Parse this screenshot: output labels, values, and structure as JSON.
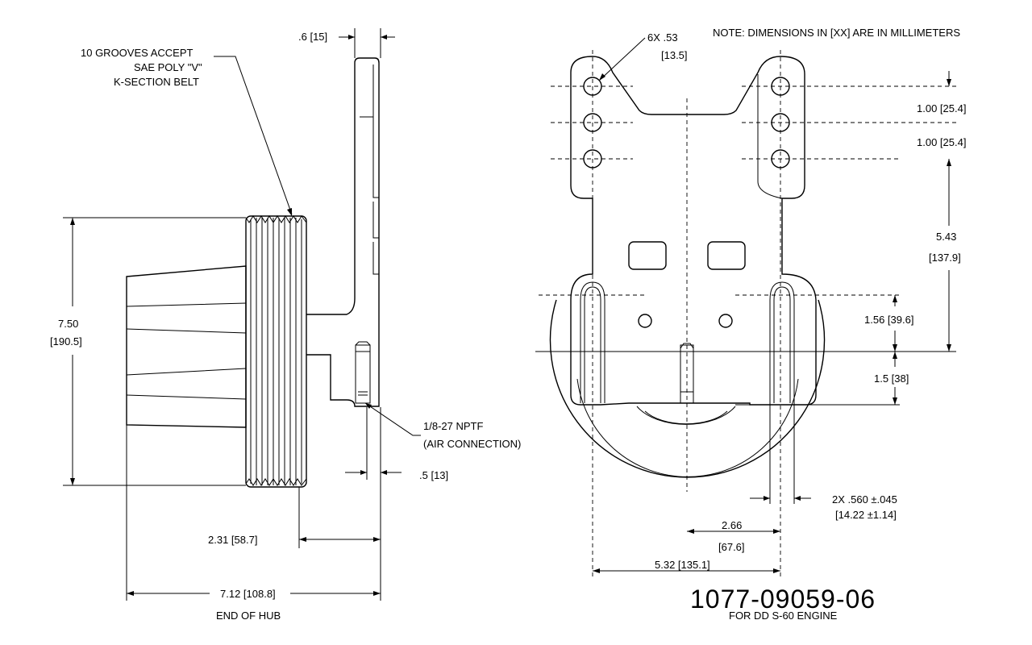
{
  "note": "NOTE: DIMENSIONS IN [XX] ARE IN MILLIMETERS",
  "part_number": "1077-09059-06",
  "subtitle": "FOR DD S-60 ENGINE",
  "side_view": {
    "groove_note": [
      "10 GROOVES ACCEPT",
      "SAE POLY \"V\"",
      "K-SECTION BELT"
    ],
    "dim_flange": ".6 [15]",
    "dim_diameter": [
      "7.50",
      "[190.5]"
    ],
    "dim_air_note": [
      "1/8-27 NPTF",
      "(AIR CONNECTION)"
    ],
    "dim_half": ".5 [13]",
    "dim_offset": "2.31 [58.7]",
    "dim_overall": "7.12 [108.8]",
    "dim_overall_note": "END OF HUB"
  },
  "front_view": {
    "holes": [
      "6X .53",
      "[13.5]"
    ],
    "dim_pitch1": "1.00 [25.4]",
    "dim_pitch2": "1.00 [25.4]",
    "dim_vertical": [
      "5.43",
      "[137.9]"
    ],
    "dim_slot_height": "1.56 [39.6]",
    "dim_lower": "1.5 [38]",
    "dim_slot_width": [
      "2X .560 ±.045",
      "[14.22 ±1.14]"
    ],
    "dim_half_width": [
      "2.66",
      "[67.6]"
    ],
    "dim_width": "5.32 [135.1]"
  }
}
